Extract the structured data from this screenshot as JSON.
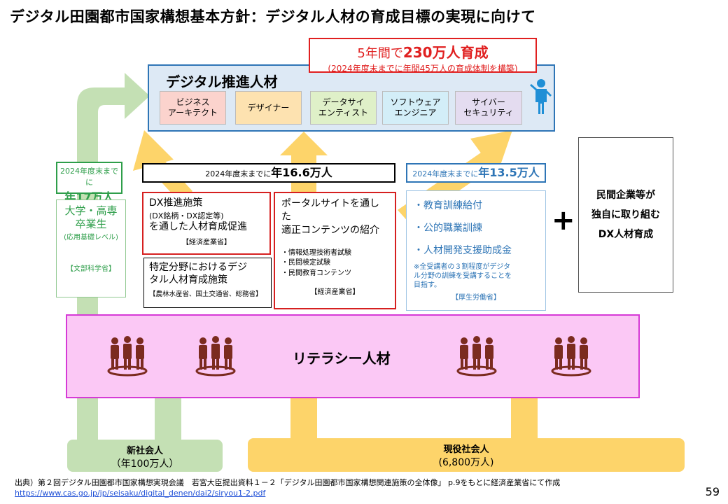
{
  "title": "デジタル田園都市国家構想基本方針：デジタル人材の育成目標の実現に向けて",
  "target": {
    "prefix": "5年間で",
    "amount": "230万人育成",
    "sub": "(2024年度末までに年間45万人の育成体制を構築)"
  },
  "digital_talent": {
    "title": "デジタル推進人材",
    "roles": [
      {
        "label": "ビジネス\nアーキテクト",
        "color": "#fbd3cd"
      },
      {
        "label": "デザイナー",
        "color": "#fde2b0"
      },
      {
        "label": "データサイ\nエンティスト",
        "color": "#dff0c8"
      },
      {
        "label": "ソフトウェア\nエンジニア",
        "color": "#d3eef8"
      },
      {
        "label": "サイバー\nセキュリティ",
        "color": "#e4dcf0"
      }
    ]
  },
  "counts": {
    "mext": {
      "prefix": "2024年度末までに",
      "value": "年17万人"
    },
    "meti": {
      "prefix": "2024年度末までに",
      "value": "年16.6万人"
    },
    "mhlw": {
      "prefix": "2024年度末までに",
      "value": "年13.5万人"
    }
  },
  "university": {
    "main": "大学・高専\n卒業生",
    "sub": "(応用基礎レベル)",
    "ministry": "【文部科学省】"
  },
  "dx_promotion": {
    "main": "DX推進施策",
    "sub": "(DX銘柄・DX認定等)",
    "main2": "を通した人材育成促進",
    "ministry": "【経済産業省】"
  },
  "special_field": {
    "main": "特定分野におけるデジ\nタル人材育成施策",
    "ministry": "【農林水産省、国土交通省、総務省】"
  },
  "portal": {
    "main": "ポータルサイトを通した\n適正コンテンツの紹介",
    "items": [
      "・情報処理技術者試験",
      "・民間検定試験",
      "・民間教育コンテンツ"
    ],
    "ministry": "【経済産業省】"
  },
  "mhlw": {
    "items": [
      "・教育訓練給付",
      "・公的職業訓練",
      "・人材開発支援助成金"
    ],
    "note": "※全受講者の３割程度がデジタ\nル分野の訓練を受講することを\n目指す。",
    "ministry": "【厚生労働省】"
  },
  "plus_sign": "+",
  "private_sector": "民間企業等が\n独自に取り組む\nDX人材育成",
  "literacy": {
    "label": "リテラシー人材"
  },
  "sources": {
    "new_graduates": {
      "label": "新社会人",
      "count": "（年100万人）"
    },
    "current_workers": {
      "label": "現役社会人",
      "count": "(6,800万人)"
    }
  },
  "source_note": "出典）第２回デジタル田園都市国家構想実現会議　若宮大臣提出資料１－２「デジタル田園都市国家構想関連施策の全体像」 p.9をもとに経済産業省にて作成",
  "source_url": "https://www.cas.go.jp/jp/seisaku/digital_denen/dai2/siryou1-2.pdf",
  "page_number": "59",
  "colors": {
    "green_arrow": "#c4e0b4",
    "yellow_arrow": "#fdd46a",
    "accent_red": "#e02020",
    "accent_blue": "#2e75b6",
    "accent_green": "#2e9e4a",
    "literacy_fill": "#fbc8f5",
    "people_icon": "#7b2b1f"
  }
}
